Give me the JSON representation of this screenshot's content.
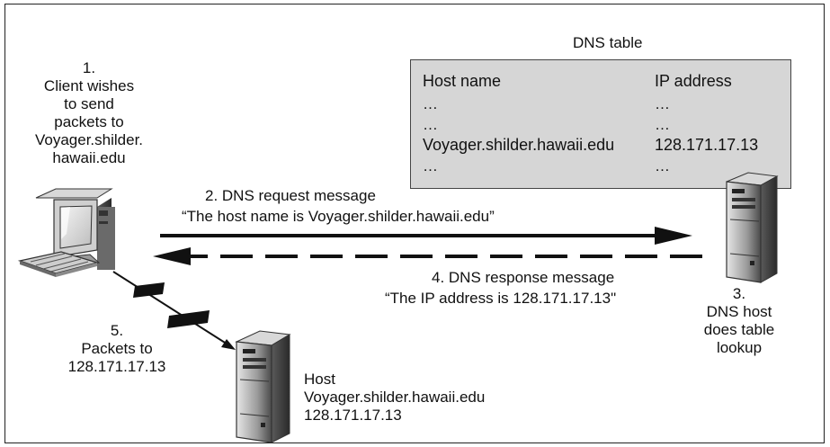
{
  "step1": {
    "lines": [
      "1.",
      "Client wishes",
      "to send",
      "packets to",
      "Voyager.shilder.",
      "hawaii.edu"
    ]
  },
  "dns_table": {
    "title": "DNS table",
    "headers": [
      "Host name",
      "IP address"
    ],
    "rows": [
      [
        "…",
        "…"
      ],
      [
        "…",
        "…"
      ],
      [
        "Voyager.shilder.hawaii.edu",
        "128.171.17.13"
      ],
      [
        "…",
        "…"
      ]
    ]
  },
  "request": {
    "title": "2. DNS request message",
    "text": "“The host name is Voyager.shilder.hawaii.edu”"
  },
  "response": {
    "title": "4. DNS response message",
    "text": "“The IP address is 128.171.17.13\""
  },
  "step3": {
    "lines": [
      "3.",
      "DNS host",
      "does table",
      "lookup"
    ]
  },
  "step5": {
    "lines": [
      "5.",
      "Packets to",
      "128.171.17.13"
    ]
  },
  "host": {
    "lines": [
      "Host",
      "Voyager.shilder.hawaii.edu",
      "128.171.17.13"
    ]
  }
}
